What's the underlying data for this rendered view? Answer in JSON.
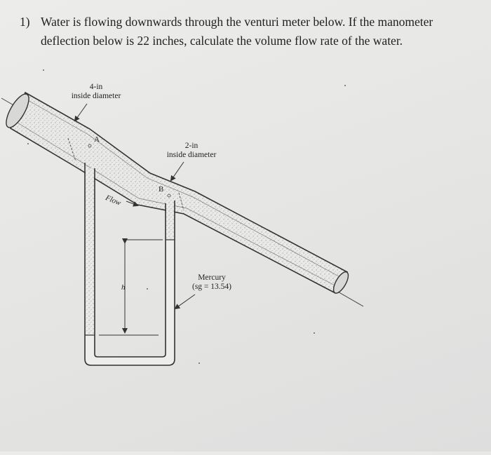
{
  "question": {
    "number": "1)",
    "text": "Water is flowing downwards through the venturi meter below. If the manometer deflection below is 22 inches, calculate the volume flow rate of the water."
  },
  "figure": {
    "inlet_label_line1": "4-in",
    "inlet_label_line2": "inside diameter",
    "throat_label_line1": "2-in",
    "throat_label_line2": "inside diameter",
    "point_a": "A",
    "point_b": "B",
    "flow_label": "Flow",
    "height_label": "h",
    "fluid_label_line1": "Mercury",
    "fluid_label_line2": "(sg = 13.54)"
  }
}
